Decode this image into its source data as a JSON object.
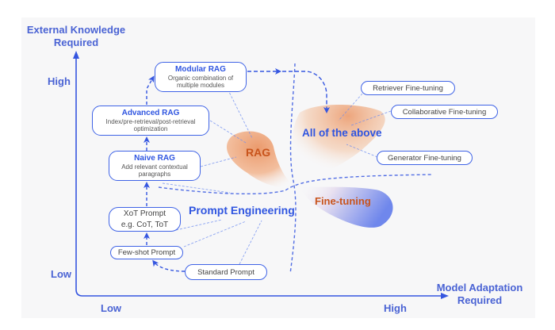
{
  "axes": {
    "y_title_line1": "External Knowledge",
    "y_title_line2": "Required",
    "x_title_line1": "Model Adaptation",
    "x_title_line2": "Required",
    "y_high": "High",
    "y_low": "Low",
    "x_low": "Low",
    "x_high": "High"
  },
  "rag_nodes": {
    "modular": {
      "title": "Modular RAG",
      "sub1": "Organic combination of",
      "sub2": "multiple modules"
    },
    "advanced": {
      "title": "Advanced RAG",
      "sub1": "Index/pre-retrieval/post-retrieval",
      "sub2": "optimization"
    },
    "naive": {
      "title": "Naive RAG",
      "sub1": "Add relevant contextual",
      "sub2": "paragraphs"
    }
  },
  "prompt_nodes": {
    "xot_line1": "XoT Prompt",
    "xot_line2": "e.g. CoT, ToT",
    "few_shot": "Few-shot Prompt",
    "standard": "Standard Prompt"
  },
  "finetune_nodes": {
    "retriever": "Retriever Fine-tuning",
    "collaborative": "Collaborative Fine-tuning",
    "generator": "Generator Fine-tuning"
  },
  "regions": {
    "rag": "RAG",
    "prompt_engineering": "Prompt Engineering",
    "fine_tuning": "Fine-tuning",
    "all": "All of the above"
  },
  "colors": {
    "accent_blue": "#2f55e0",
    "axis_blue": "#4a63d4",
    "rag_orange": "#c8541c",
    "blob_orange": "#eea57a",
    "blob_blue": "#7f95ee"
  }
}
